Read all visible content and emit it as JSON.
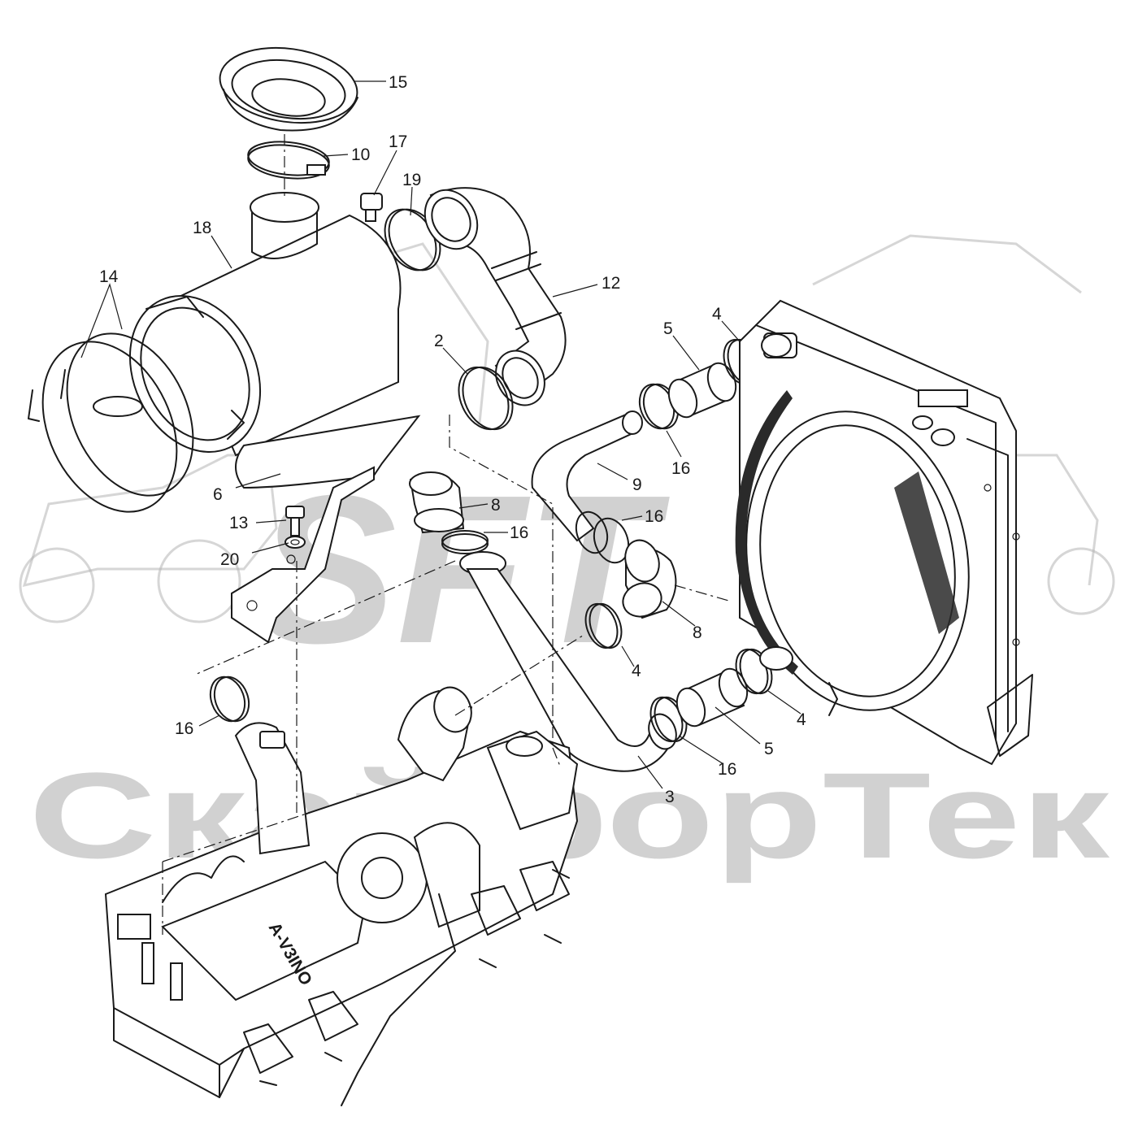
{
  "watermark": {
    "logo": "SFT",
    "brand": "СкайфорТек"
  },
  "diagram": {
    "labels": {
      "l15": "15",
      "l10": "10",
      "l17": "17",
      "l19": "19",
      "l18": "18",
      "l14": "14",
      "l12": "12",
      "l2": "2",
      "l5a": "5",
      "l4a": "4",
      "l16a": "16",
      "l9": "9",
      "l6": "6",
      "l8a": "8",
      "l13": "13",
      "l16b": "16",
      "l16c": "16",
      "l20": "20",
      "l8b": "8",
      "l4b": "4",
      "l4c": "4",
      "l16d": "16",
      "l5b": "5",
      "l16e": "16",
      "l3": "3",
      "engine_text": "A-V3INO"
    }
  }
}
